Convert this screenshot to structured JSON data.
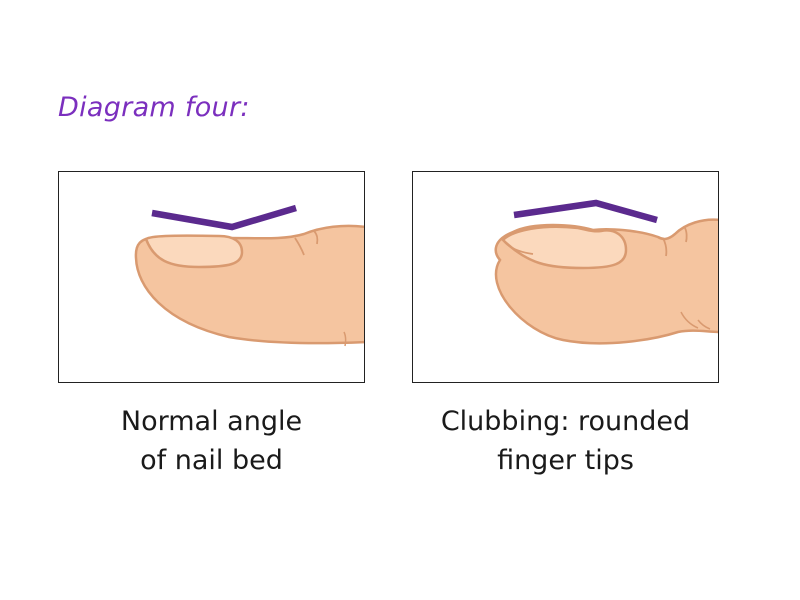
{
  "title": "Diagram four:",
  "colors": {
    "title": "#7b2fbe",
    "angle_line": "#5b2a8e",
    "skin": "#f5c5a0",
    "skin_outline": "#d99a70",
    "nail": "#fbd9bd",
    "panel_border": "#222222"
  },
  "panels": [
    {
      "id": "normal",
      "caption_line1": "Normal angle",
      "caption_line2": "of nail bed"
    },
    {
      "id": "clubbing",
      "caption_line1": "Clubbing: rounded",
      "caption_line2": "finger tips"
    }
  ]
}
